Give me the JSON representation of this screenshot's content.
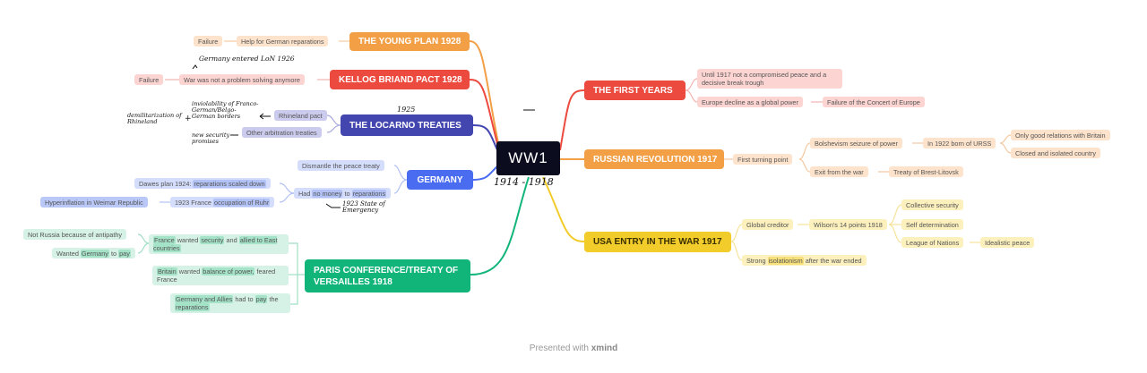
{
  "central": {
    "title": "WW1",
    "handwritten_years": "1914 - 1918"
  },
  "left": {
    "young_plan": {
      "title": "THE YOUNG PLAN 1928",
      "sub": "Help for German reparations",
      "outcome": "Failure"
    },
    "kellogg": {
      "title": "KELLOG BRIAND PACT 1928",
      "sub": "War was not a problem solving anymore",
      "outcome": "Failure",
      "note": "Germany entered LoN 1926"
    },
    "locarno": {
      "title": "THE LOCARNO TREATIES",
      "year_note": "1925",
      "rhineland": "Rhineland pact",
      "other": "Other arbitration treaties",
      "note_demil": "demilitarization of Rhineland",
      "note_inviol": "inviolability of Franco-German/Belgo-German borders",
      "note_security": "new security promises"
    },
    "germany": {
      "title": "GERMANY",
      "dismantle": "Dismantle the peace treaty",
      "no_money_a": "Had",
      "no_money_b": "no money",
      "no_money_c": "to",
      "no_money_d": "reparations",
      "dawes_a": "Dawes plan 1924:",
      "dawes_b": "reparations scaled down",
      "ruhr_a": "1923 France",
      "ruhr_b": "occupation of Ruhr",
      "hyper": "Hyperinflation in Weimar Republic",
      "note_state": "1923 State of Emergency"
    },
    "versailles": {
      "title": "PARIS CONFERENCE/TREATY OF VERSAILLES 1918",
      "france_a": "France",
      "france_b": "wanted",
      "france_c": "security",
      "france_d": "and",
      "france_e": "allied to East countries",
      "not_russia": "Not Russia because of antipathy",
      "wanted_a": "Wanted",
      "wanted_b": "Germany",
      "wanted_c": "to",
      "wanted_d": "pay",
      "britain_a": "Britain",
      "britain_b": "wanted",
      "britain_c": "balance of power,",
      "britain_d": "feared France",
      "germany_a": "Germany and Allies",
      "germany_b": "had to",
      "germany_c": "pay",
      "germany_d": "the",
      "germany_e": "reparations"
    }
  },
  "right": {
    "first_years": {
      "title": "THE FIRST YEARS",
      "until1917": "Until 1917 not a compromised peace and a decisive break trough",
      "europe": "Europe decline as a global power",
      "concert": "Failure of the Concert of Europe"
    },
    "russian": {
      "title": "RUSSIAN REVOLUTION 1917",
      "first_turning": "First turning point",
      "bolshevism": "Bolshevism seizure of power",
      "urss": "In 1922 born of URSS",
      "only_good": "Only good relations with Britain",
      "closed": "Closed and isolated country",
      "exit": "Exit from the war",
      "brest": "Treaty of Brest-Litovsk"
    },
    "usa": {
      "title": "USA ENTRY IN THE WAR 1917",
      "creditor": "Global creditor",
      "wilson": "Wilson's 14 points 1918",
      "collective": "Collective security",
      "self_det": "Self determination",
      "league": "League of Nations",
      "idealistic": "Idealistic peace",
      "strong_a": "Strong",
      "strong_b": "isolationism",
      "strong_c": "after the war ended"
    }
  },
  "footer": {
    "text": "Presented with",
    "brand": "xmind"
  },
  "colors": {
    "central": "#0b0d1f",
    "young_plan": "#f29f45",
    "kellogg": "#ec4a3f",
    "locarno": "#4446b0",
    "germany": "#4a6cf0",
    "versailles": "#11b57a",
    "first_years": "#ec4a3f",
    "russian": "#f29f45",
    "usa": "#f2cc2a"
  }
}
